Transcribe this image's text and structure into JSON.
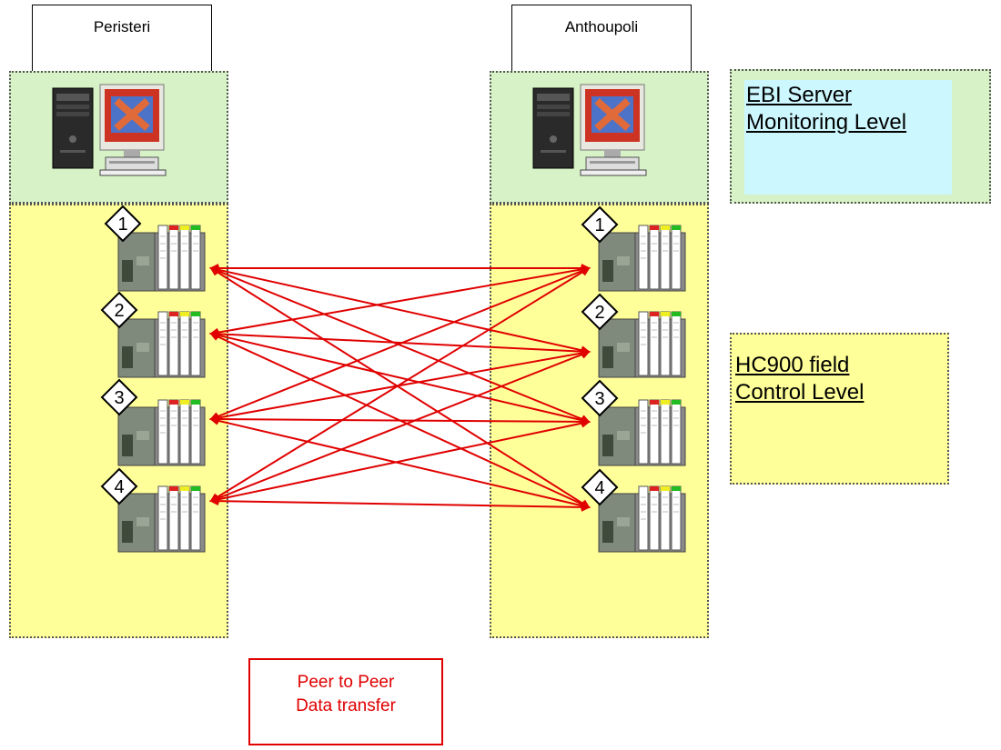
{
  "sites": {
    "left": {
      "name": "Peristeri"
    },
    "right": {
      "name": "Anthoupoli"
    }
  },
  "legend": {
    "monitoring": {
      "line1": "EBI Server",
      "line2": "Monitoring Level"
    },
    "control": {
      "line1": "HC900 field",
      "line2": "Control Level"
    }
  },
  "controllers": {
    "left": [
      "1",
      "2",
      "3",
      "4"
    ],
    "right": [
      "1",
      "2",
      "3",
      "4"
    ]
  },
  "peer_box": {
    "line1": "Peer to Peer",
    "line2": "Data transfer"
  },
  "colors": {
    "monitoring_zone": "#d7f2c6",
    "control_zone": "#ffff99",
    "monitoring_legend": "#ccf7ff",
    "peer_link": "#e00000"
  },
  "icons": {
    "workstation": "server-workstation-icon",
    "controller": "hc900-controller-icon"
  }
}
